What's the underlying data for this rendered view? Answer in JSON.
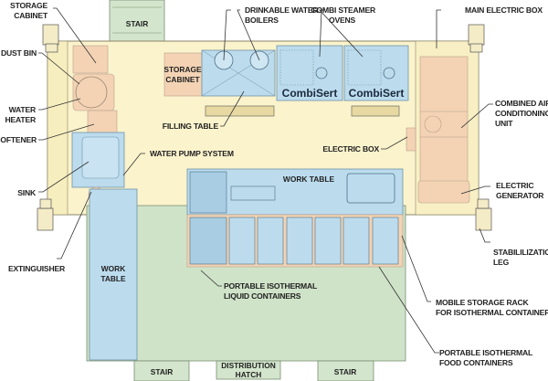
{
  "title": "Mobile kitchen container floor plan",
  "colors": {
    "container": "#fbf3cc",
    "floor": "#cfe3c8",
    "equipment_blue": "#bcdcee",
    "equipment_tan": "#f3d3b4",
    "stair": "#d3e5cc"
  },
  "inner_labels": {
    "stair_top": "STAIR",
    "storage_cabinet_inner": [
      "STORAGE",
      "CABINET"
    ],
    "oven_brand_1": "CombiSert",
    "oven_brand_2": "CombiSert",
    "work_table_top": "WORK TABLE",
    "work_table_left": [
      "WORK",
      "TABLE"
    ],
    "stair_bottom_left": "STAIR",
    "distribution_hatch": [
      "DISTRIBUTION",
      "HATCH"
    ],
    "stair_bottom_right": "STAIR"
  },
  "callouts": {
    "storage_cabinet": [
      "STORAGE",
      "CABINET"
    ],
    "dust_bin": "DUST BIN",
    "water_heater": [
      "WATER",
      "HEATER"
    ],
    "softener": "SOFTENER",
    "sink": "SINK",
    "extinguisher": "EXTINGUISHER",
    "drinkable_water_boilers": [
      "DRINKABLE WATER",
      "BOILERS"
    ],
    "combi_steamer_ovens": [
      "COMBI STEAMER",
      "OVENS"
    ],
    "main_electric_box": "MAIN ELECTRIC BOX",
    "filling_table": "FILLING TABLE",
    "water_pump_system": "WATER PUMP SYSTEM",
    "electric_box": "ELECTRIC BOX",
    "combined_air_conditioning_unit": [
      "COMBINED AIR",
      "CONDITIONING",
      "UNIT"
    ],
    "electric_generator": [
      "ELECTRIC",
      "GENERATOR"
    ],
    "stabilization_leg": [
      "STABILILIZATION",
      "LEG"
    ],
    "portable_isothermal_liquid_containers": [
      "PORTABLE ISOTHERMAL",
      "LIQUID CONTAINERS"
    ],
    "mobile_storage_rack": [
      "MOBILE STORAGE RACK",
      "FOR ISOTHERMAL CONTAINER"
    ],
    "portable_isothermal_food_containers": [
      "PORTABLE ISOTHERMAL",
      "FOOD CONTAINERS"
    ]
  }
}
